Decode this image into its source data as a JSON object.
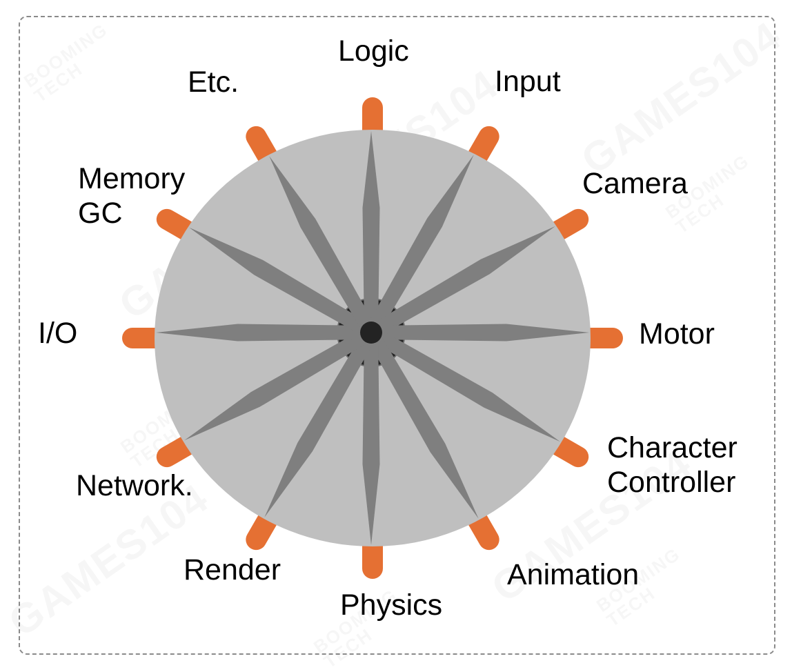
{
  "diagram": {
    "title": "Game engine subsystems wheel",
    "center_hub": "engine-core",
    "spoke_count": 12,
    "labels": [
      {
        "id": "logic",
        "lines": [
          "Logic"
        ]
      },
      {
        "id": "input",
        "lines": [
          "Input"
        ]
      },
      {
        "id": "camera",
        "lines": [
          "Camera"
        ]
      },
      {
        "id": "motor",
        "lines": [
          "Motor"
        ]
      },
      {
        "id": "character-controller",
        "lines": [
          "Character",
          "Controller"
        ]
      },
      {
        "id": "animation",
        "lines": [
          "Animation"
        ]
      },
      {
        "id": "physics",
        "lines": [
          "Physics"
        ]
      },
      {
        "id": "render",
        "lines": [
          "Render"
        ]
      },
      {
        "id": "network",
        "lines": [
          "Network."
        ]
      },
      {
        "id": "io",
        "lines": [
          "I/O"
        ]
      },
      {
        "id": "memory-gc",
        "lines": [
          "Memory",
          "GC"
        ]
      },
      {
        "id": "etc",
        "lines": [
          "Etc."
        ]
      }
    ]
  },
  "watermarks": {
    "games": "GAMES104",
    "booming_line1": "BOOMING",
    "booming_line2": "TECH"
  },
  "colors": {
    "wheel": "#BFBFBF",
    "spoke": "#7F7F7F",
    "hub": "#232323",
    "handle": "#E57033",
    "text": "#000000",
    "border": "#8A8A8A"
  }
}
